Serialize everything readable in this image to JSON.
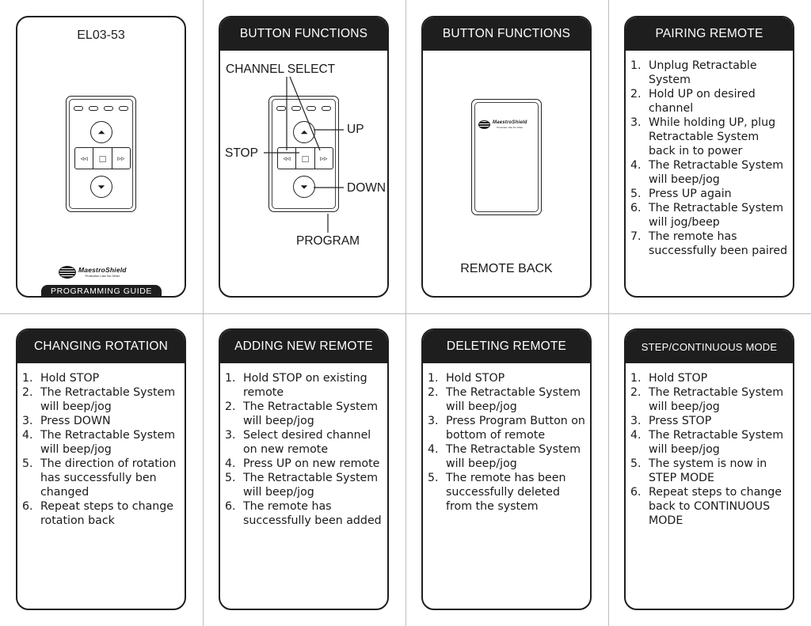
{
  "cover": {
    "model": "EL03-53",
    "guide_label": "PROGRAMMING GUIDE",
    "brand": "MaestroShield",
    "tagline": "Protection Like No Other"
  },
  "remote": {
    "rewind_glyph": "◃◃",
    "stop_glyph": "□",
    "forward_glyph": "▹▹",
    "up_glyph": "⏶",
    "down_glyph": "⏷",
    "icons": [
      "up-triangle-icon",
      "down-triangle-icon",
      "stop-square-icon",
      "rewind-icon",
      "forward-icon"
    ]
  },
  "button_functions": {
    "title": "BUTTON FUNCTIONS",
    "channel_select": "CHANNEL SELECT",
    "up": "UP",
    "stop": "STOP",
    "down": "DOWN",
    "program": "PROGRAM"
  },
  "remote_back": {
    "title": "BUTTON FUNCTIONS",
    "caption": "REMOTE BACK",
    "brand": "MaestroShield",
    "tagline": "Protection Like No Other"
  },
  "pairing": {
    "title": "PAIRING REMOTE",
    "steps": [
      "Unplug Retractable System",
      "Hold UP on desired channel",
      "While holding UP, plug Retractable System back in to power",
      "The Retractable System will beep/jog",
      "Press UP again",
      "The Retractable System will jog/beep",
      "The remote has successfully been paired"
    ]
  },
  "rotation": {
    "title": "CHANGING ROTATION",
    "steps": [
      "Hold STOP",
      "The Retractable System will beep/jog",
      "Press DOWN",
      "The Retractable System will beep/jog",
      "The direction of rotation has successfully ben changed",
      "Repeat steps to change rotation back"
    ]
  },
  "adding": {
    "title": "ADDING NEW REMOTE",
    "steps": [
      "Hold STOP on existing remote",
      "The Retractable System will beep/jog",
      "Select desired channel on new remote",
      "Press UP on new remote",
      "The Retractable System will beep/jog",
      "The remote has successfully been added"
    ]
  },
  "deleting": {
    "title": "DELETING REMOTE",
    "steps": [
      "Hold STOP",
      "The Retractable System will beep/jog",
      "Press Program Button on bottom of remote",
      "The Retractable System will beep/jog",
      "The remote has been successfully deleted from the system"
    ]
  },
  "step_mode": {
    "title": "STEP/CONTINUOUS MODE",
    "steps": [
      "Hold STOP",
      "The Retractable System will beep/jog",
      "Press STOP",
      "The Retractable System will beep/jog",
      "The system is now in STEP MODE",
      "Repeat steps to change back to CONTINUOUS MODE"
    ]
  }
}
